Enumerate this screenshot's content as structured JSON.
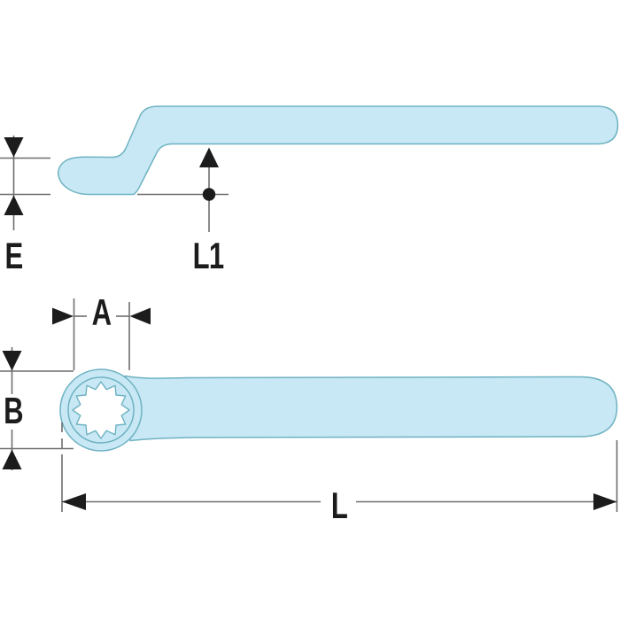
{
  "diagram": {
    "subject": "offset-ring-spanner-dimension-drawing",
    "views": [
      {
        "name": "side-view",
        "dimension_labels": [
          "E",
          "L1"
        ]
      },
      {
        "name": "top-view",
        "dimension_labels": [
          "A",
          "B",
          "L"
        ]
      }
    ],
    "labels": {
      "e": "E",
      "l1": "L1",
      "a": "A",
      "b": "B",
      "l": "L"
    },
    "colors": {
      "body_fill": "#c7e8f4",
      "body_stroke": "#6fb2c2",
      "dimension_line": "#6e6e6e",
      "marker": "#1c1c1c",
      "background": "#ffffff"
    }
  }
}
